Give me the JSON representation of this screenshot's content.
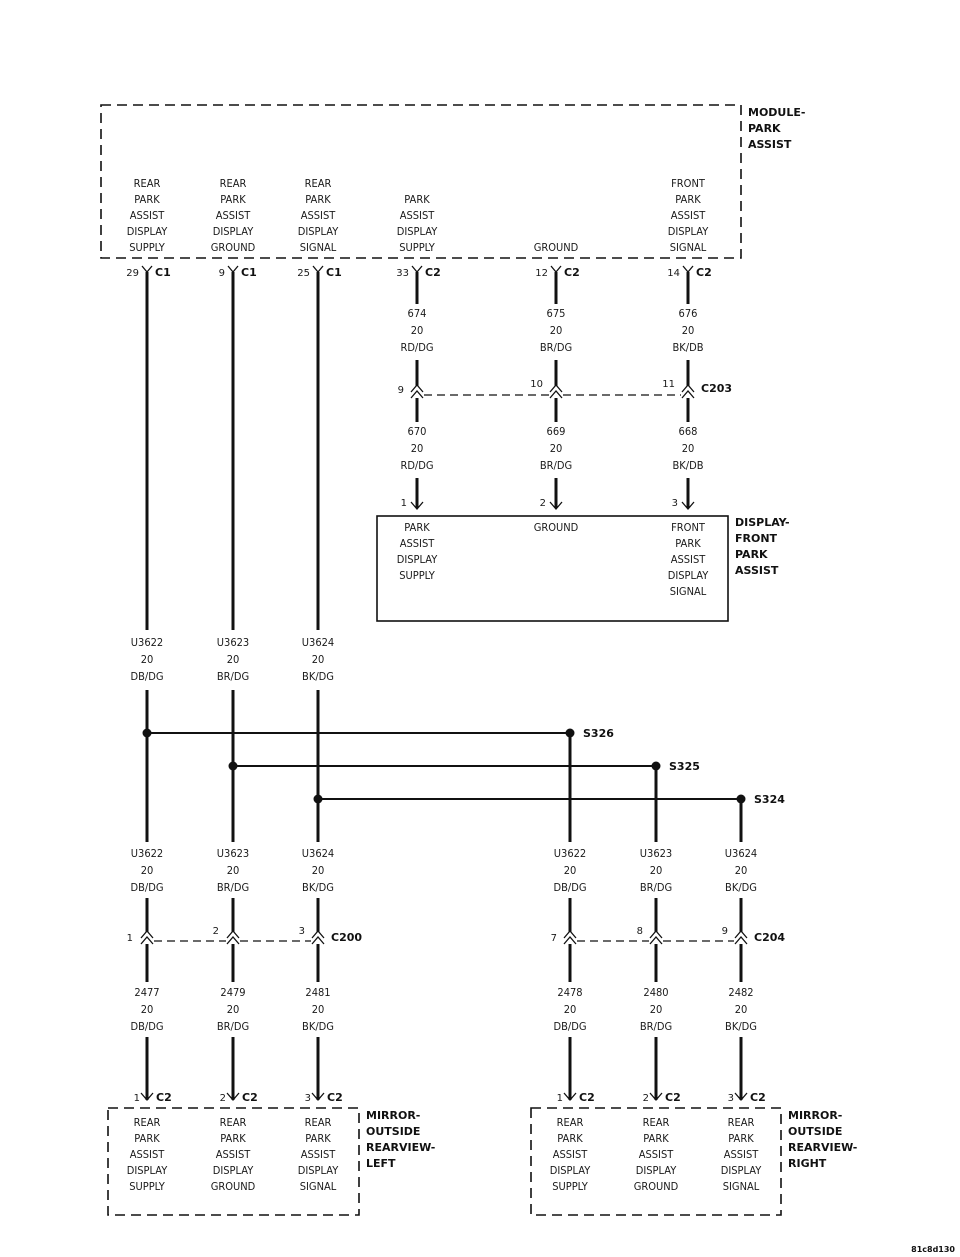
{
  "module_park_assist": {
    "name": [
      "MODULE-",
      "PARK",
      "ASSIST"
    ],
    "pins": [
      {
        "desc": [
          "REAR",
          "PARK",
          "ASSIST",
          "DISPLAY",
          "SUPPLY"
        ],
        "cavity": "29",
        "connector": "C1"
      },
      {
        "desc": [
          "REAR",
          "PARK",
          "ASSIST",
          "DISPLAY",
          "GROUND"
        ],
        "cavity": "9",
        "connector": "C1"
      },
      {
        "desc": [
          "REAR",
          "PARK",
          "ASSIST",
          "DISPLAY",
          "SIGNAL"
        ],
        "cavity": "25",
        "connector": "C1"
      },
      {
        "desc": [
          "PARK",
          "ASSIST",
          "DISPLAY",
          "SUPPLY"
        ],
        "cavity": "33",
        "connector": "C2"
      },
      {
        "desc": [
          "GROUND"
        ],
        "cavity": "12",
        "connector": "C2"
      },
      {
        "desc": [
          "FRONT",
          "PARK",
          "ASSIST",
          "DISPLAY",
          "SIGNAL"
        ],
        "cavity": "14",
        "connector": "C2"
      }
    ]
  },
  "front_wires_upper": [
    {
      "circuit": "674",
      "gauge": "20",
      "color": "RD/DG"
    },
    {
      "circuit": "675",
      "gauge": "20",
      "color": "BR/DG"
    },
    {
      "circuit": "676",
      "gauge": "20",
      "color": "BK/DB"
    }
  ],
  "c203": {
    "name": "C203",
    "cavities": [
      "9",
      "10",
      "11"
    ]
  },
  "front_wires_lower": [
    {
      "circuit": "670",
      "gauge": "20",
      "color": "RD/DG"
    },
    {
      "circuit": "669",
      "gauge": "20",
      "color": "BR/DG"
    },
    {
      "circuit": "668",
      "gauge": "20",
      "color": "BK/DB"
    }
  ],
  "display_front_park_assist": {
    "name": [
      "DISPLAY-",
      "FRONT",
      "PARK",
      "ASSIST"
    ],
    "pins": [
      {
        "cavity": "1",
        "desc": [
          "PARK",
          "ASSIST",
          "DISPLAY",
          "SUPPLY"
        ]
      },
      {
        "cavity": "2",
        "desc": [
          "GROUND"
        ]
      },
      {
        "cavity": "3",
        "desc": [
          "FRONT",
          "PARK",
          "ASSIST",
          "DISPLAY",
          "SIGNAL"
        ]
      }
    ]
  },
  "rear_trunk_wires": [
    {
      "circuit": "U3622",
      "gauge": "20",
      "color": "DB/DG"
    },
    {
      "circuit": "U3623",
      "gauge": "20",
      "color": "BR/DG"
    },
    {
      "circuit": "U3624",
      "gauge": "20",
      "color": "BK/DG"
    }
  ],
  "splices": [
    "S326",
    "S325",
    "S324"
  ],
  "left_branch_wires": [
    {
      "circuit": "U3622",
      "gauge": "20",
      "color": "DB/DG"
    },
    {
      "circuit": "U3623",
      "gauge": "20",
      "color": "BR/DG"
    },
    {
      "circuit": "U3624",
      "gauge": "20",
      "color": "BK/DG"
    }
  ],
  "right_branch_wires": [
    {
      "circuit": "U3622",
      "gauge": "20",
      "color": "DB/DG"
    },
    {
      "circuit": "U3623",
      "gauge": "20",
      "color": "BR/DG"
    },
    {
      "circuit": "U3624",
      "gauge": "20",
      "color": "BK/DG"
    }
  ],
  "c200": {
    "name": "C200",
    "cavities": [
      "1",
      "2",
      "3"
    ]
  },
  "c204": {
    "name": "C204",
    "cavities": [
      "7",
      "8",
      "9"
    ]
  },
  "left_mirror_wires": [
    {
      "circuit": "2477",
      "gauge": "20",
      "color": "DB/DG"
    },
    {
      "circuit": "2479",
      "gauge": "20",
      "color": "BR/DG"
    },
    {
      "circuit": "2481",
      "gauge": "20",
      "color": "BK/DG"
    }
  ],
  "right_mirror_wires": [
    {
      "circuit": "2478",
      "gauge": "20",
      "color": "DB/DG"
    },
    {
      "circuit": "2480",
      "gauge": "20",
      "color": "BR/DG"
    },
    {
      "circuit": "2482",
      "gauge": "20",
      "color": "BK/DG"
    }
  ],
  "mirror_left": {
    "name": [
      "MIRROR-",
      "OUTSIDE",
      "REARVIEW-",
      "LEFT"
    ],
    "pins": [
      {
        "cavity": "1",
        "connector": "C2",
        "desc": [
          "REAR",
          "PARK",
          "ASSIST",
          "DISPLAY",
          "SUPPLY"
        ]
      },
      {
        "cavity": "2",
        "connector": "C2",
        "desc": [
          "REAR",
          "PARK",
          "ASSIST",
          "DISPLAY",
          "GROUND"
        ]
      },
      {
        "cavity": "3",
        "connector": "C2",
        "desc": [
          "REAR",
          "PARK",
          "ASSIST",
          "DISPLAY",
          "SIGNAL"
        ]
      }
    ]
  },
  "mirror_right": {
    "name": [
      "MIRROR-",
      "OUTSIDE",
      "REARVIEW-",
      "RIGHT"
    ],
    "pins": [
      {
        "cavity": "1",
        "connector": "C2",
        "desc": [
          "REAR",
          "PARK",
          "ASSIST",
          "DISPLAY",
          "SUPPLY"
        ]
      },
      {
        "cavity": "2",
        "connector": "C2",
        "desc": [
          "REAR",
          "PARK",
          "ASSIST",
          "DISPLAY",
          "GROUND"
        ]
      },
      {
        "cavity": "3",
        "connector": "C2",
        "desc": [
          "REAR",
          "PARK",
          "ASSIST",
          "DISPLAY",
          "SIGNAL"
        ]
      }
    ]
  },
  "figure_id": "81c8d130"
}
